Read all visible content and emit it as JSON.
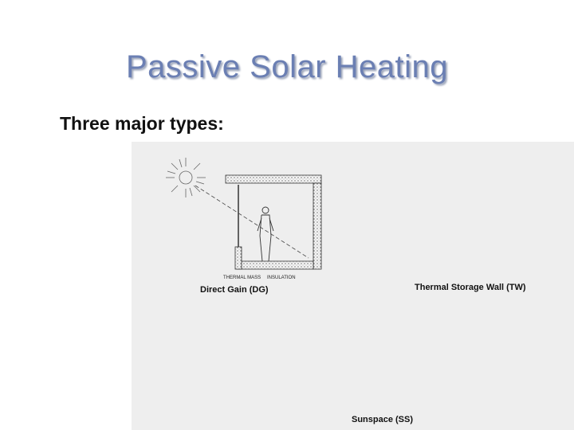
{
  "slide": {
    "title": "Passive Solar Heating",
    "subtitle": "Three major types:"
  },
  "figure": {
    "panels": [
      {
        "caption": "Direct Gain (DG)",
        "labels": [
          "THERMAL MASS",
          "INSULATION"
        ]
      },
      {
        "caption": "Thermal Storage Wall (TW)"
      },
      {
        "caption": "Sunspace (SS)"
      }
    ]
  },
  "colors": {
    "title": "#6b7fb3",
    "figure_background": "#eeeeee",
    "ink": "#222222"
  }
}
